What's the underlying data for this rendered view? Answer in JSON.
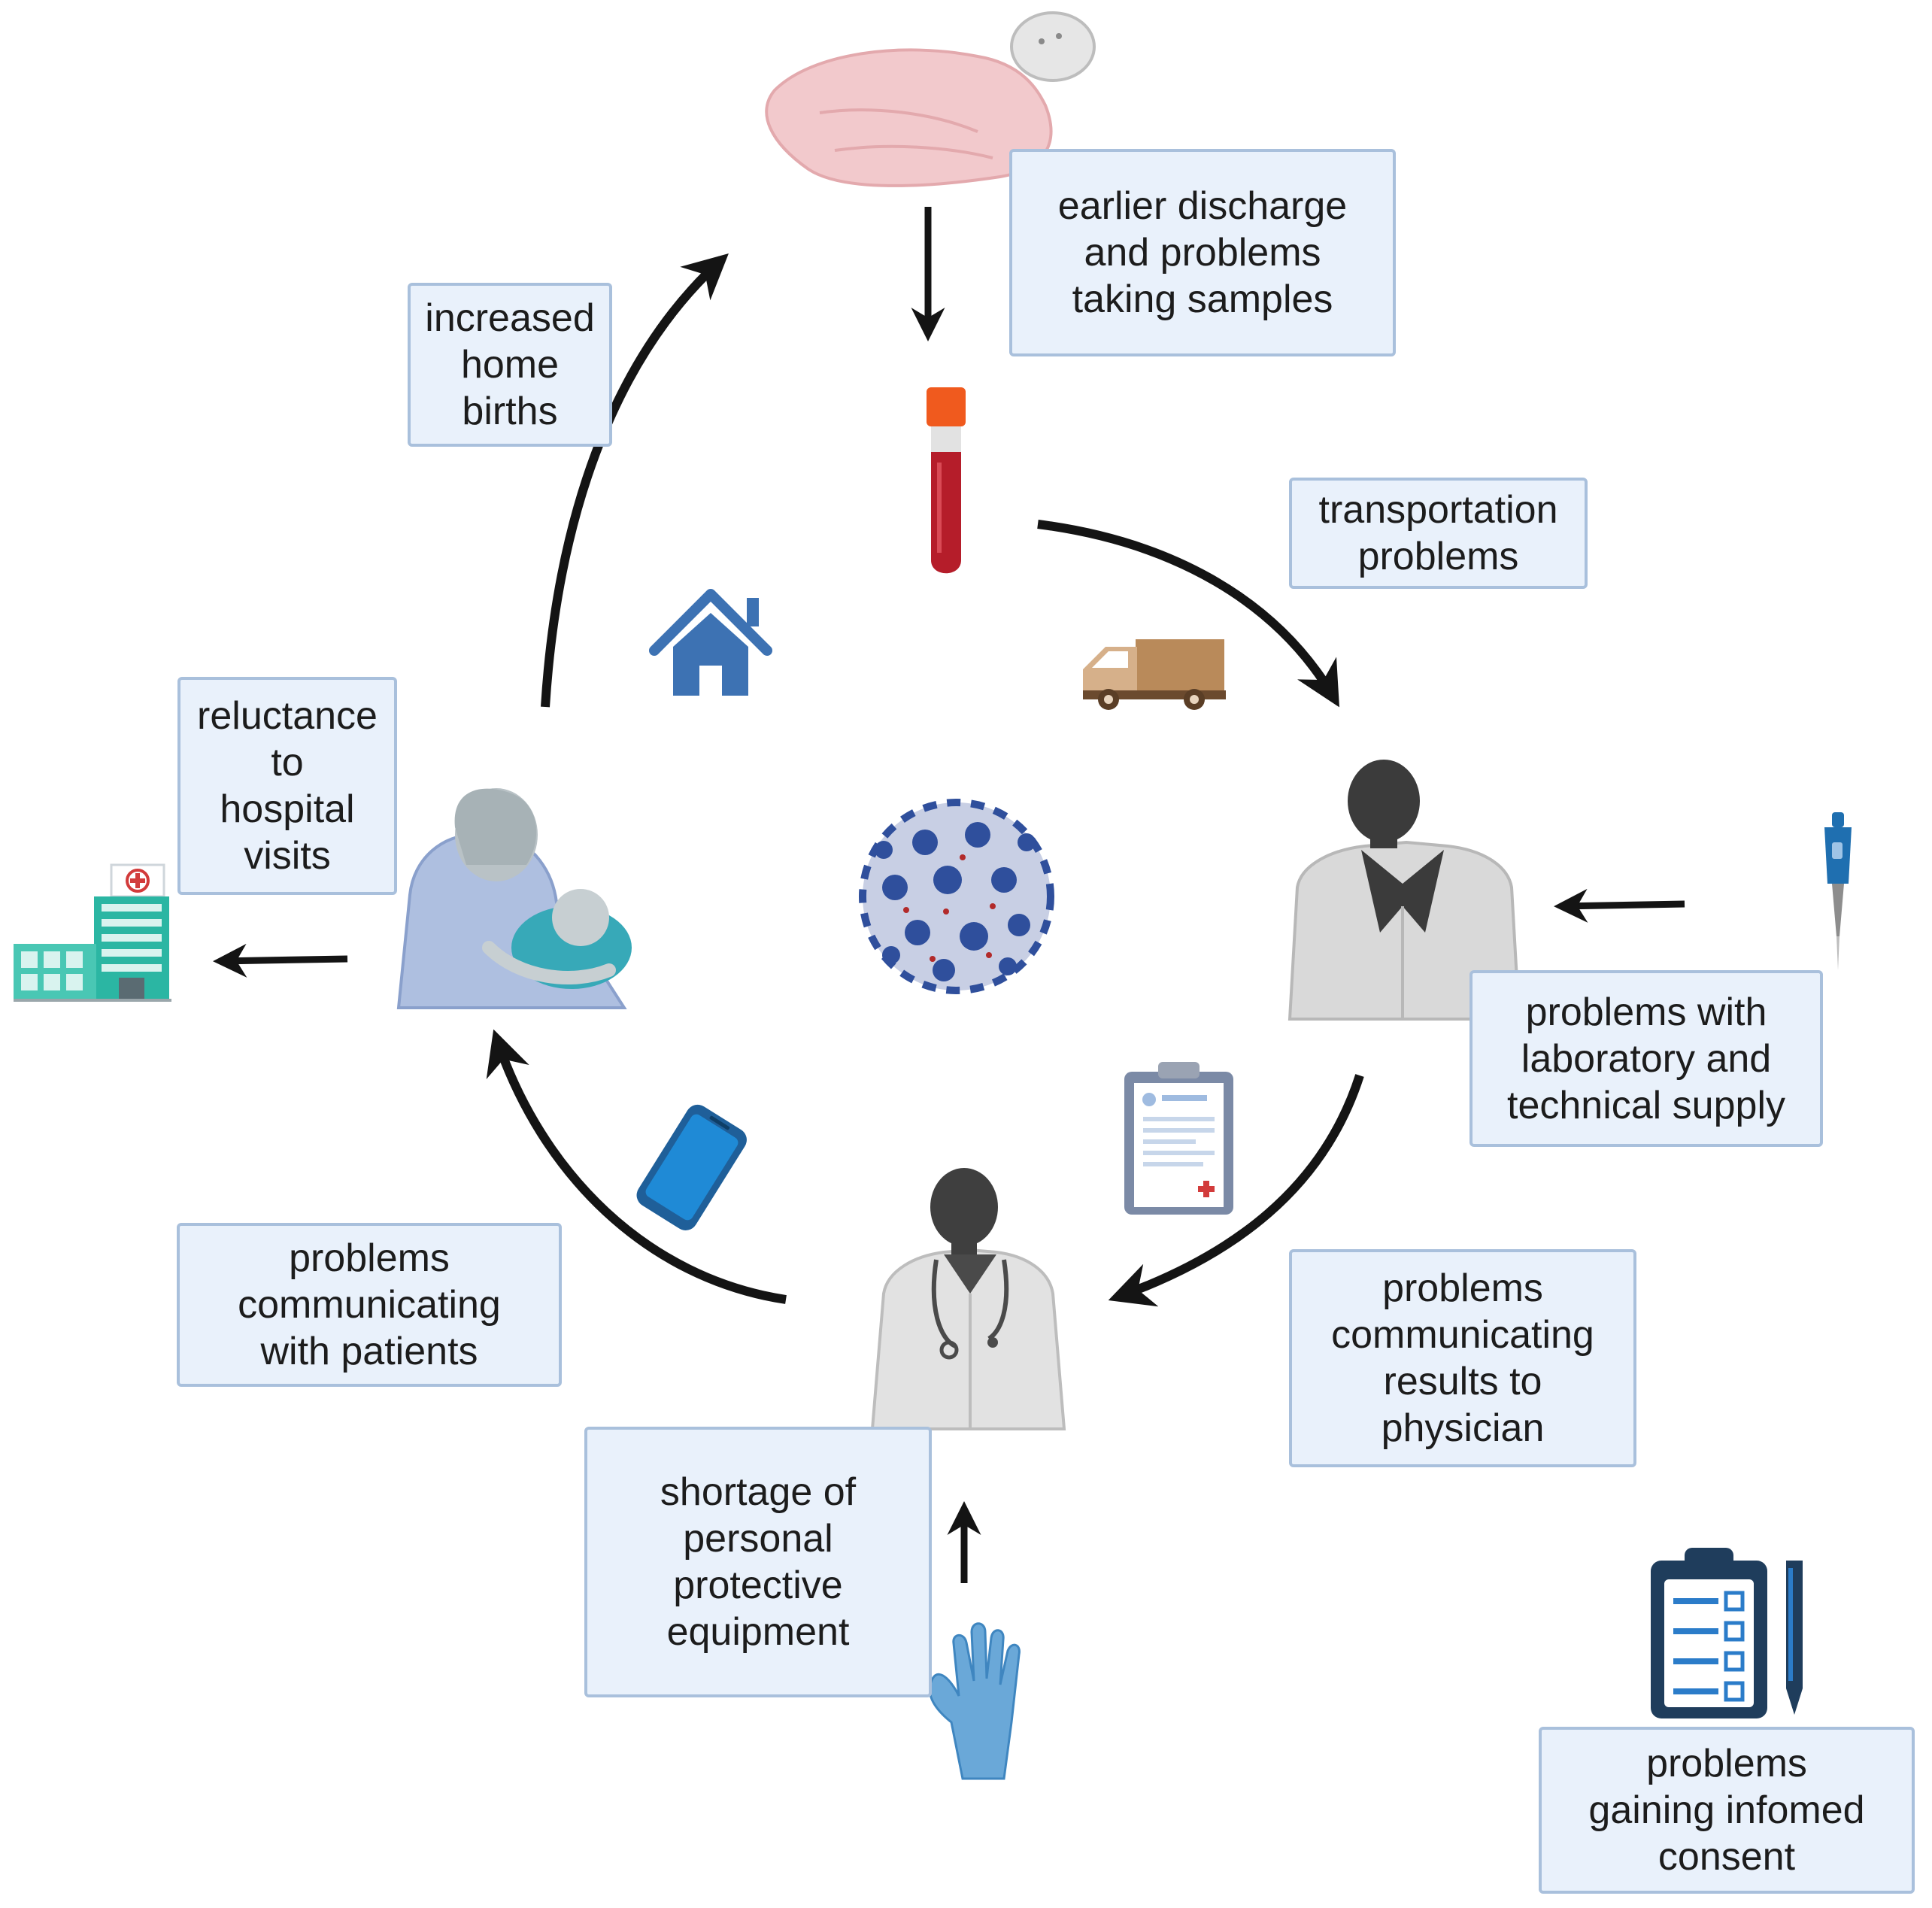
{
  "labels": {
    "earlier_discharge": [
      "earlier discharge",
      "and problems",
      "taking samples"
    ],
    "home_births": [
      "increased",
      "home",
      "births"
    ],
    "transportation": [
      "transportation",
      "problems"
    ],
    "reluctance": [
      "reluctance",
      "to",
      "hospital",
      "visits"
    ],
    "lab_supply": [
      "problems with",
      "laboratory and",
      "technical supply"
    ],
    "comm_patients": [
      "problems",
      "communicating",
      "with patients"
    ],
    "comm_results": [
      "problems",
      "communicating",
      "results to",
      "physician"
    ],
    "ppe_shortage": [
      "shortage of",
      "personal",
      "protective",
      "equipment"
    ],
    "informed_consent": [
      "problems",
      "gaining infomed",
      "consent"
    ]
  },
  "icons": {
    "center": "coronavirus-icon",
    "newborn": "swaddled-newborn-icon",
    "sample": "blood-sample-tube-icon",
    "vehicle": "delivery-van-icon",
    "lab_worker": "lab-technician-icon",
    "lab_tool": "pipette-icon",
    "report": "clipboard-report-icon",
    "physician": "physician-stethoscope-icon",
    "glove": "medical-glove-icon",
    "phone": "smartphone-icon",
    "mother": "breastfeeding-mother-icon",
    "hospital": "hospital-building-icon",
    "home": "house-icon",
    "consent_form": "checklist-clipboard-icon"
  },
  "colors": {
    "box_fill": "#e9f1fb",
    "box_border": "#a9c0dc",
    "arrow": "#141414",
    "accent_blue": "#3d72b3",
    "virus_blue": "#2f4f9c"
  }
}
